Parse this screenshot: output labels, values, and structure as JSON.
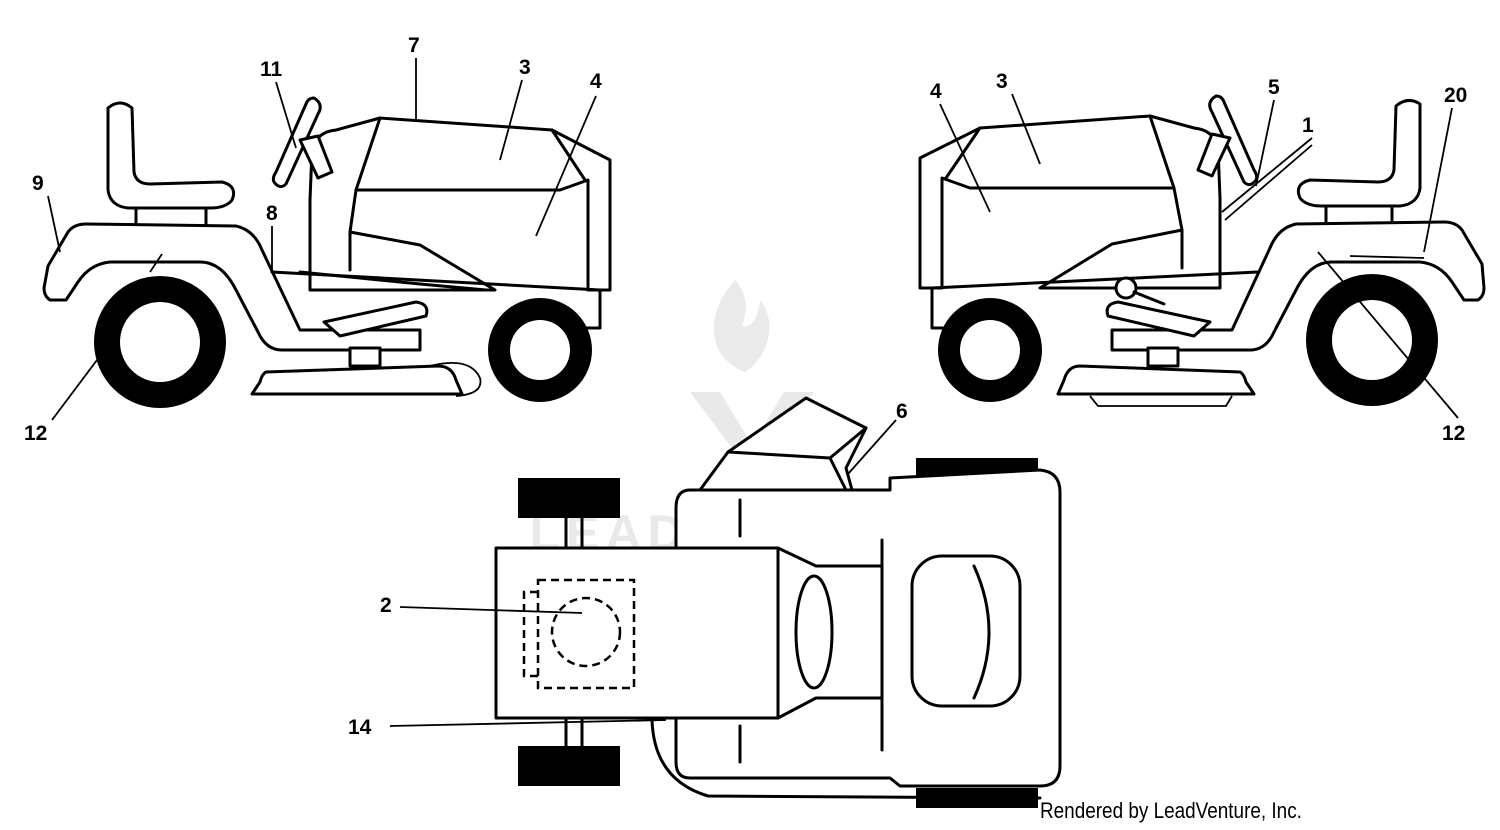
{
  "watermark": {
    "text": "LEADVENTURE"
  },
  "footer": {
    "text": "Rendered by LeadVenture, Inc."
  },
  "labels": {
    "left": [
      "9",
      "11",
      "7",
      "3",
      "4",
      "8",
      "12"
    ],
    "right": [
      "4",
      "3",
      "5",
      "1",
      "20",
      "12"
    ],
    "top": [
      "6",
      "2",
      "14"
    ]
  }
}
